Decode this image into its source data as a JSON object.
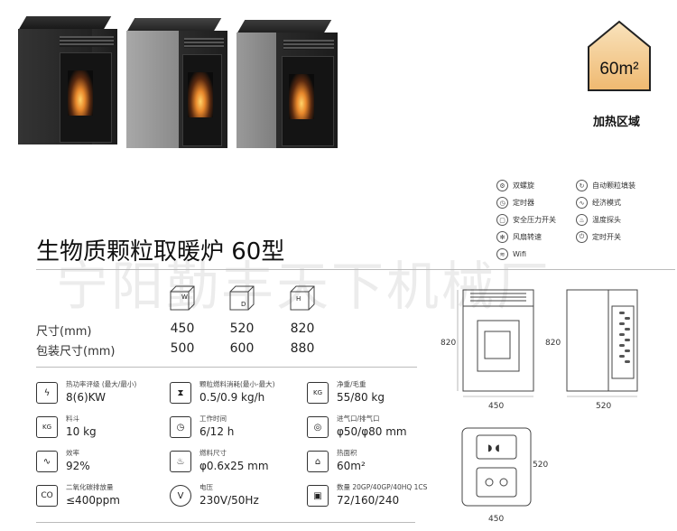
{
  "area": {
    "value": "60m²",
    "label": "加热区域"
  },
  "features": [
    {
      "icon": "double-screw-icon",
      "label": "双螺旋"
    },
    {
      "icon": "auto-pellet-icon",
      "label": "自动颗粒填装"
    },
    {
      "icon": "timer-icon",
      "label": "定时器"
    },
    {
      "icon": "economy-mode-icon",
      "label": "经济模式"
    },
    {
      "icon": "pressure-switch-icon",
      "label": "安全压力开关"
    },
    {
      "icon": "temperature-probe-icon",
      "label": "温度探头"
    },
    {
      "icon": "fan-speed-icon",
      "label": "风扇转速"
    },
    {
      "icon": "power-timer-icon",
      "label": "定时开关"
    },
    {
      "icon": "wifi-icon",
      "label": "Wifi"
    }
  ],
  "title": "生物质颗粒取暖炉 60型",
  "watermark": "宁阳勤丰天下机械厂",
  "dimensions": {
    "box_labels": [
      "W",
      "D",
      "H"
    ],
    "size_label": "尺寸(mm)",
    "size_values": [
      "450",
      "520",
      "820"
    ],
    "package_label": "包装尺寸(mm)",
    "package_values": [
      "500",
      "600",
      "880"
    ]
  },
  "drawings": {
    "front_height": "820",
    "front_width": "450",
    "side_height": "820",
    "side_width": "520",
    "top_depth": "520",
    "top_width": "450"
  },
  "specs": [
    {
      "icon": "heat-power-icon",
      "icon_glyph": "ϟ",
      "label": "热功率评级 (最大/最小)",
      "value": "8(6)KW"
    },
    {
      "icon": "hourglass-icon",
      "icon_glyph": "⧗",
      "label": "颗粒燃料消耗(最小-最大)",
      "value": "0.5/0.9 kg/h"
    },
    {
      "icon": "weight-icon",
      "icon_glyph": "KG",
      "label": "净重/毛重",
      "value": "55/80 kg"
    },
    {
      "icon": "hopper-icon",
      "icon_glyph": "KG",
      "label": "料斗",
      "value": "10 kg"
    },
    {
      "icon": "clock-icon",
      "icon_glyph": "◷",
      "label": "工作时间",
      "value": "6/12 h"
    },
    {
      "icon": "air-inlet-icon",
      "icon_glyph": "◎",
      "label": "进气口/排气口",
      "value": "φ50/φ80 mm"
    },
    {
      "icon": "efficiency-icon",
      "icon_glyph": "∿",
      "label": "效率",
      "value": "92%"
    },
    {
      "icon": "flame-icon",
      "icon_glyph": "♨",
      "label": "燃料尺寸",
      "value": "φ0.6x25 mm"
    },
    {
      "icon": "house-icon",
      "icon_glyph": "⌂",
      "label": "热面积",
      "value": "60m²"
    },
    {
      "icon": "co-icon",
      "icon_glyph": "CO",
      "label": "二氧化碳排放量",
      "value": "≤400ppm"
    },
    {
      "icon": "voltage-icon",
      "icon_glyph": "V",
      "label": "电压",
      "value": "230V/50Hz"
    },
    {
      "icon": "container-icon",
      "icon_glyph": "▣",
      "label": "数量 20GP/40GP/40HQ 1CS",
      "value": "72/160/240"
    }
  ]
}
